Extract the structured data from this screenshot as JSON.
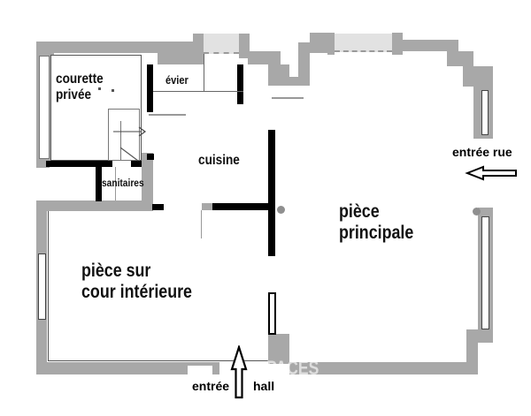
{
  "floor_plan": {
    "rooms": {
      "courette": {
        "label": "courette privée",
        "lines": [
          "courette",
          "privée"
        ]
      },
      "evier": {
        "label": "évier"
      },
      "cuisine": {
        "label": "cuisine"
      },
      "sanitaires": {
        "label": "sanitaires"
      },
      "piece_principale": {
        "label": "pièce principale",
        "lines": [
          "pièce",
          "principale"
        ]
      },
      "piece_sur_cour": {
        "label": "pièce sur cour intérieure",
        "lines": [
          "pièce sur",
          "cour intérieure"
        ]
      }
    },
    "entrances": {
      "rue": {
        "label": "entrée rue",
        "arrow": "arrow-left-icon"
      },
      "hall": {
        "label_left": "entrée",
        "label_right": "hall",
        "arrow": "arrow-up-icon"
      }
    },
    "watermark": "PACES",
    "colors": {
      "wall_gray": "#a8a8a8",
      "partition_black": "#000000",
      "window_fill": "#e2e2e2",
      "dot_gray": "#8f8f8f"
    }
  }
}
